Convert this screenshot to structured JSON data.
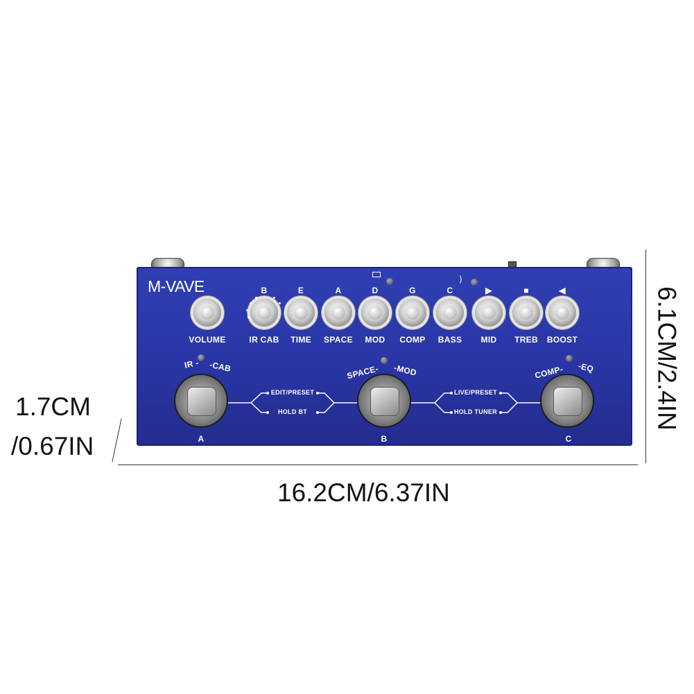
{
  "dimensions": {
    "height": "6.1CM/2.4IN",
    "width": "16.2CM/6.37IN",
    "depth_line1": "1.7CM",
    "depth_line2": "/0.67IN"
  },
  "pedal": {
    "brand": "M-VAVE",
    "knobs": [
      {
        "top": "",
        "label": "VOLUME"
      },
      {
        "top": "B",
        "label": "IR CAB"
      },
      {
        "top": "E",
        "label": "TIME"
      },
      {
        "top": "A",
        "label": "SPACE"
      },
      {
        "top": "D",
        "label": "MOD"
      },
      {
        "top": "G",
        "label": "COMP"
      },
      {
        "top": "C",
        "label": "BASS"
      },
      {
        "top": "▶",
        "label": "MID"
      },
      {
        "top": "■",
        "label": "TREB"
      },
      {
        "top": "◀",
        "label": "BOOST"
      }
    ],
    "switch_labels": {
      "a_left": "IR -",
      "a_right": "-CAB",
      "b_left": "SPACE-",
      "b_right": "-MOD",
      "c_left": "COMP-",
      "c_right": "-EQ"
    },
    "footswitches": [
      "A",
      "B",
      "C"
    ],
    "function_labels": {
      "left_top": "EDIT/PRESET",
      "left_bottom": "HOLD BT",
      "right_top": "LIVE/PRESET",
      "right_bottom": "HOLD TUNER"
    },
    "colors": {
      "body": "#2a36a6",
      "text": "#ffffff"
    }
  }
}
